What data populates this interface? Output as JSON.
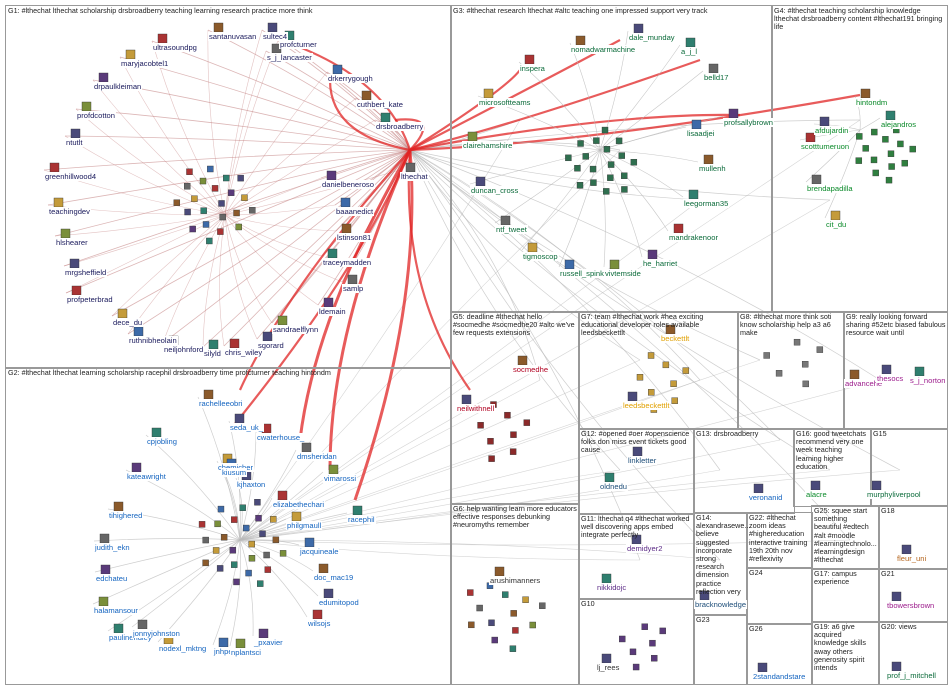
{
  "groups": [
    {
      "id": "G1",
      "title": "G1: #lthechat lthechat scholarship drsbroadberry teaching learning research practice more think"
    },
    {
      "id": "G2",
      "title": "G2: #lthechat lthechat learning scholarship racephil drsbroadberry time profcturner teaching hintondm"
    },
    {
      "id": "G3",
      "title": "G3: #lthechat research lthechat #altc teaching one impressed support very track"
    },
    {
      "id": "G4",
      "title": "G4: #lthechat teaching scholarship knowledge lthechat drsbroadberry content #lthechat191 bringing life"
    },
    {
      "id": "G5",
      "title": "G5: deadline #lthechat hello #socmedhe #socmedhe20 #altc we've few requests extensions"
    },
    {
      "id": "G6",
      "title": "G6: help wanting learn more educators effective responses debunking #neuromyths remember"
    },
    {
      "id": "G7",
      "title": "G7: team #lthechat work #hea exciting educational developer roles available leedsbeckettlt"
    },
    {
      "id": "G8",
      "title": "G8: #lthechat more think soti know scholarship help a3 a6 make"
    },
    {
      "id": "G9",
      "title": "G9: really looking forward sharing #52etc biased fabulous resource wait until"
    },
    {
      "id": "G10",
      "title": "G10"
    },
    {
      "id": "G11",
      "title": "G11: lthechat q4 #lthechat worked well discovering apps embed integrate perfectly"
    },
    {
      "id": "G12",
      "title": "G12: #opened #oer #openscience folks don miss event tickets good cause"
    },
    {
      "id": "G13",
      "title": "G13: drsbroadberry"
    },
    {
      "id": "G14",
      "title": "G14: alexandrasewe... believe suggested incorporate strong research dimension practice reflection very"
    },
    {
      "id": "G15",
      "title": "G15"
    },
    {
      "id": "G16",
      "title": "G16: good tweetchats recommend very one week teaching learning higher education"
    },
    {
      "id": "G17",
      "title": "G17: campus experience"
    },
    {
      "id": "G18",
      "title": "G18"
    },
    {
      "id": "G19",
      "title": "G19: a6 give acquired knowledge skills away others generosity spirit intends"
    },
    {
      "id": "G20",
      "title": "G20: views"
    },
    {
      "id": "G21",
      "title": "G21"
    },
    {
      "id": "G22",
      "title": "G22: #lthechat zoom ideas #highereducation interactive training 19th 20th nov #reflexivity"
    },
    {
      "id": "G23",
      "title": "G23"
    },
    {
      "id": "G24",
      "title": "G24"
    },
    {
      "id": "G25",
      "title": "G25: squee start something beautiful #edtech #alt #moodle #learningtechnolo... #learningdesign #lthechat"
    },
    {
      "id": "G26",
      "title": "G26"
    }
  ],
  "nodes": {
    "G1": [
      "santanuvasan",
      "sultec4",
      "profcturner",
      "ultrasoundpg",
      "s_j_lancaster",
      "maryjacobtel1",
      "drpaulkleiman",
      "drkerrygough",
      "profdcotton",
      "cuthbert_kate",
      "ntutlt",
      "drsbroadberry",
      "greenhillwood4",
      "lthechat",
      "teachingdev",
      "danielbeneroso",
      "baaanedict",
      "hlshearer",
      "lstinson81",
      "mrgsheffield",
      "traceymadden",
      "profpeterbrad",
      "samlp",
      "dece_du",
      "ldemain",
      "ruthnibheolain",
      "sandraelflynn",
      "neiljohnford",
      "sgorard",
      "silyld",
      "chris_wiley"
    ],
    "G2": [
      "rachelleeobri",
      "seda_uk_",
      "cpjobling",
      "cwaterhouse_",
      "dmsheridan",
      "chemicher",
      "kateawright",
      "kiusum",
      "vimarossi",
      "tihighered",
      "kjhaxton",
      "racephil",
      "elizabethechari",
      "judith_ekn",
      "philgmaull",
      "edchateu",
      "jacquineale",
      "halamansour",
      "doc_mac19",
      "edumitopod",
      "paulinendley",
      "wilsojs",
      "jonnyjohnston",
      "nodexl_mktng",
      "_pxavier",
      "jnhpe",
      "nplantsci"
    ],
    "G3": [
      "nomadwarmachine",
      "dale_munday",
      "a_j_l",
      "inspera",
      "belld17",
      "microsoftteams",
      "profsallybrown",
      "lisaadjei",
      "clairehamshire",
      "mullenh",
      "duncan_cross",
      "leegorman35",
      "mandrakenoor",
      "ntf_tweet",
      "tigmoscop",
      "he_harriet",
      "russell_spink",
      "vivtemside"
    ],
    "G4": [
      "hintondm",
      "afdujardin",
      "alejandros",
      "scotttumeruon",
      "brendapadilla",
      "cit_du"
    ],
    "G5": [
      "socmedhe",
      "neilwithnell"
    ],
    "G6": [
      "arushimanners"
    ],
    "G7": [
      "beckettlt",
      "leedsbeckettlt"
    ],
    "G9": [
      "advancehe",
      "thesocs",
      "s_j_norton"
    ],
    "G10": [
      "lj_rees"
    ],
    "G11": [
      "demidyer2",
      "nikkidojc"
    ],
    "G12": [
      "linkletter",
      "oldnedu"
    ],
    "G13": [
      "veronanid"
    ],
    "G14": [
      "bracknowledge"
    ],
    "G15": [
      "murphyliverpool"
    ],
    "G16": [
      "alacre"
    ],
    "G18": [
      "fleur_uni"
    ],
    "G20": [
      "prof_j_mitchell"
    ],
    "G21": [
      "tbowersbrown"
    ],
    "G26": [
      "2standandstare"
    ]
  },
  "colors": {
    "edge_strong": "#e02424",
    "edge_soft": "#c07a7a",
    "edge_gray": "#b9b9b9",
    "g1_label": "#1a1a5c",
    "g2_label": "#1565c0",
    "g3_label": "#0b6b3a",
    "g4_label": "#0b8a2a",
    "g5_label": "#b00020",
    "g7_label": "#e0a000",
    "g9_label": "#9c1c8c",
    "g11_label": "#5b2a86",
    "g12_label": "#1e4e79",
    "g13_label": "#1565c0",
    "g14_label": "#1e4e79",
    "g15_label": "#0b6b3a",
    "g16_label": "#0b8a2a",
    "g18_label": "#b5651d",
    "g20_label": "#0b6b3a",
    "g21_label": "#9c1c8c",
    "g26_label": "#1565c0"
  }
}
